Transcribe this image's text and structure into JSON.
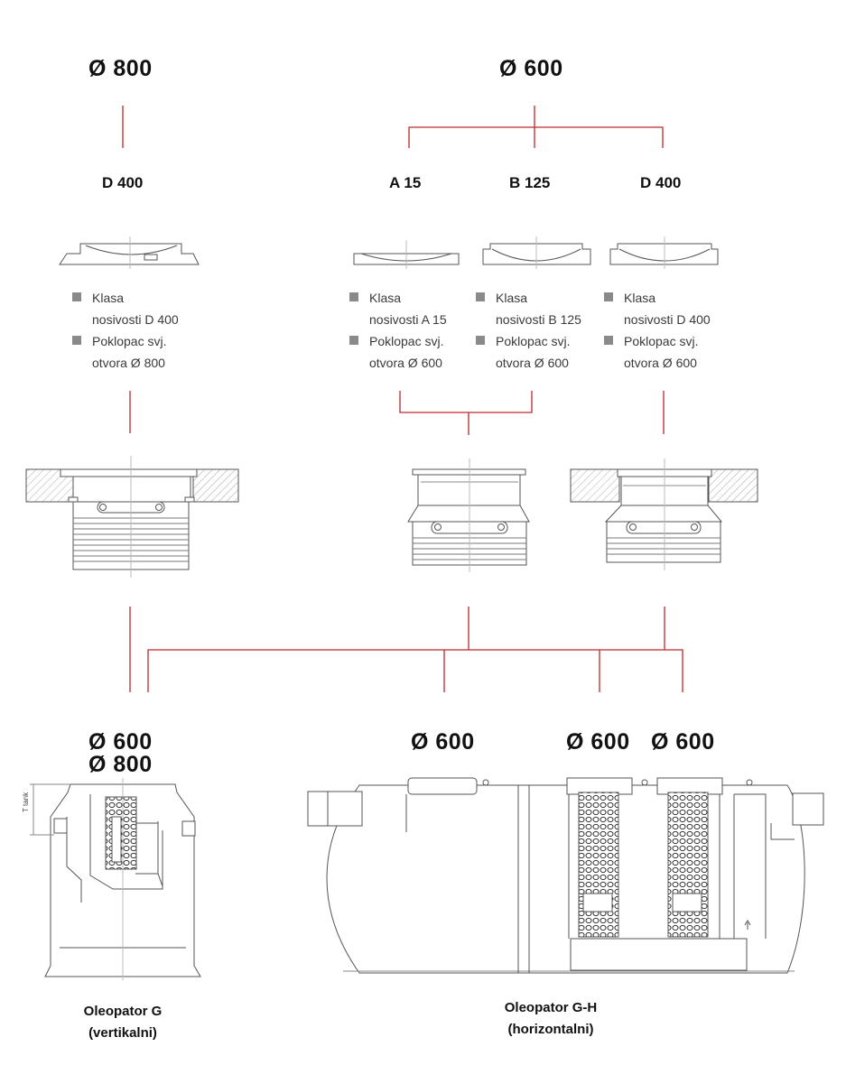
{
  "top_headers": {
    "d800": "Ø 800",
    "d600": "Ø 600"
  },
  "classes": [
    {
      "label": "D 400"
    },
    {
      "label": "A 15"
    },
    {
      "label": "B 125"
    },
    {
      "label": "D 400"
    }
  ],
  "specs": [
    {
      "line1": "Klasa",
      "line2": "nosivosti D 400",
      "line3": "Poklopac svj.",
      "line4": "otvora Ø 800"
    },
    {
      "line1": "Klasa",
      "line2": "nosivosti A 15",
      "line3": "Poklopac svj.",
      "line4": "otvora Ø 600"
    },
    {
      "line1": "Klasa",
      "line2": "nosivosti B 125",
      "line3": "Poklopac svj.",
      "line4": "otvora Ø 600"
    },
    {
      "line1": "Klasa",
      "line2": "nosivosti D 400",
      "line3": "Poklopac svj.",
      "line4": "otvora Ø 600"
    }
  ],
  "bottom_labels": {
    "vertical_a": "Ø 600",
    "vertical_b": "Ø 800",
    "h1": "Ø 600",
    "h2": "Ø 600",
    "h3": "Ø 600"
  },
  "products": {
    "vertical_name": "Oleopator G",
    "vertical_sub": "(vertikalni)",
    "horizontal_name": "Oleopator G-H",
    "horizontal_sub": "(horizontalni)",
    "tank_dim_label": "T tank"
  },
  "colors": {
    "connector_red": "#c0272d",
    "line_gray": "#555555",
    "bullet_gray": "#8a8a8a"
  }
}
